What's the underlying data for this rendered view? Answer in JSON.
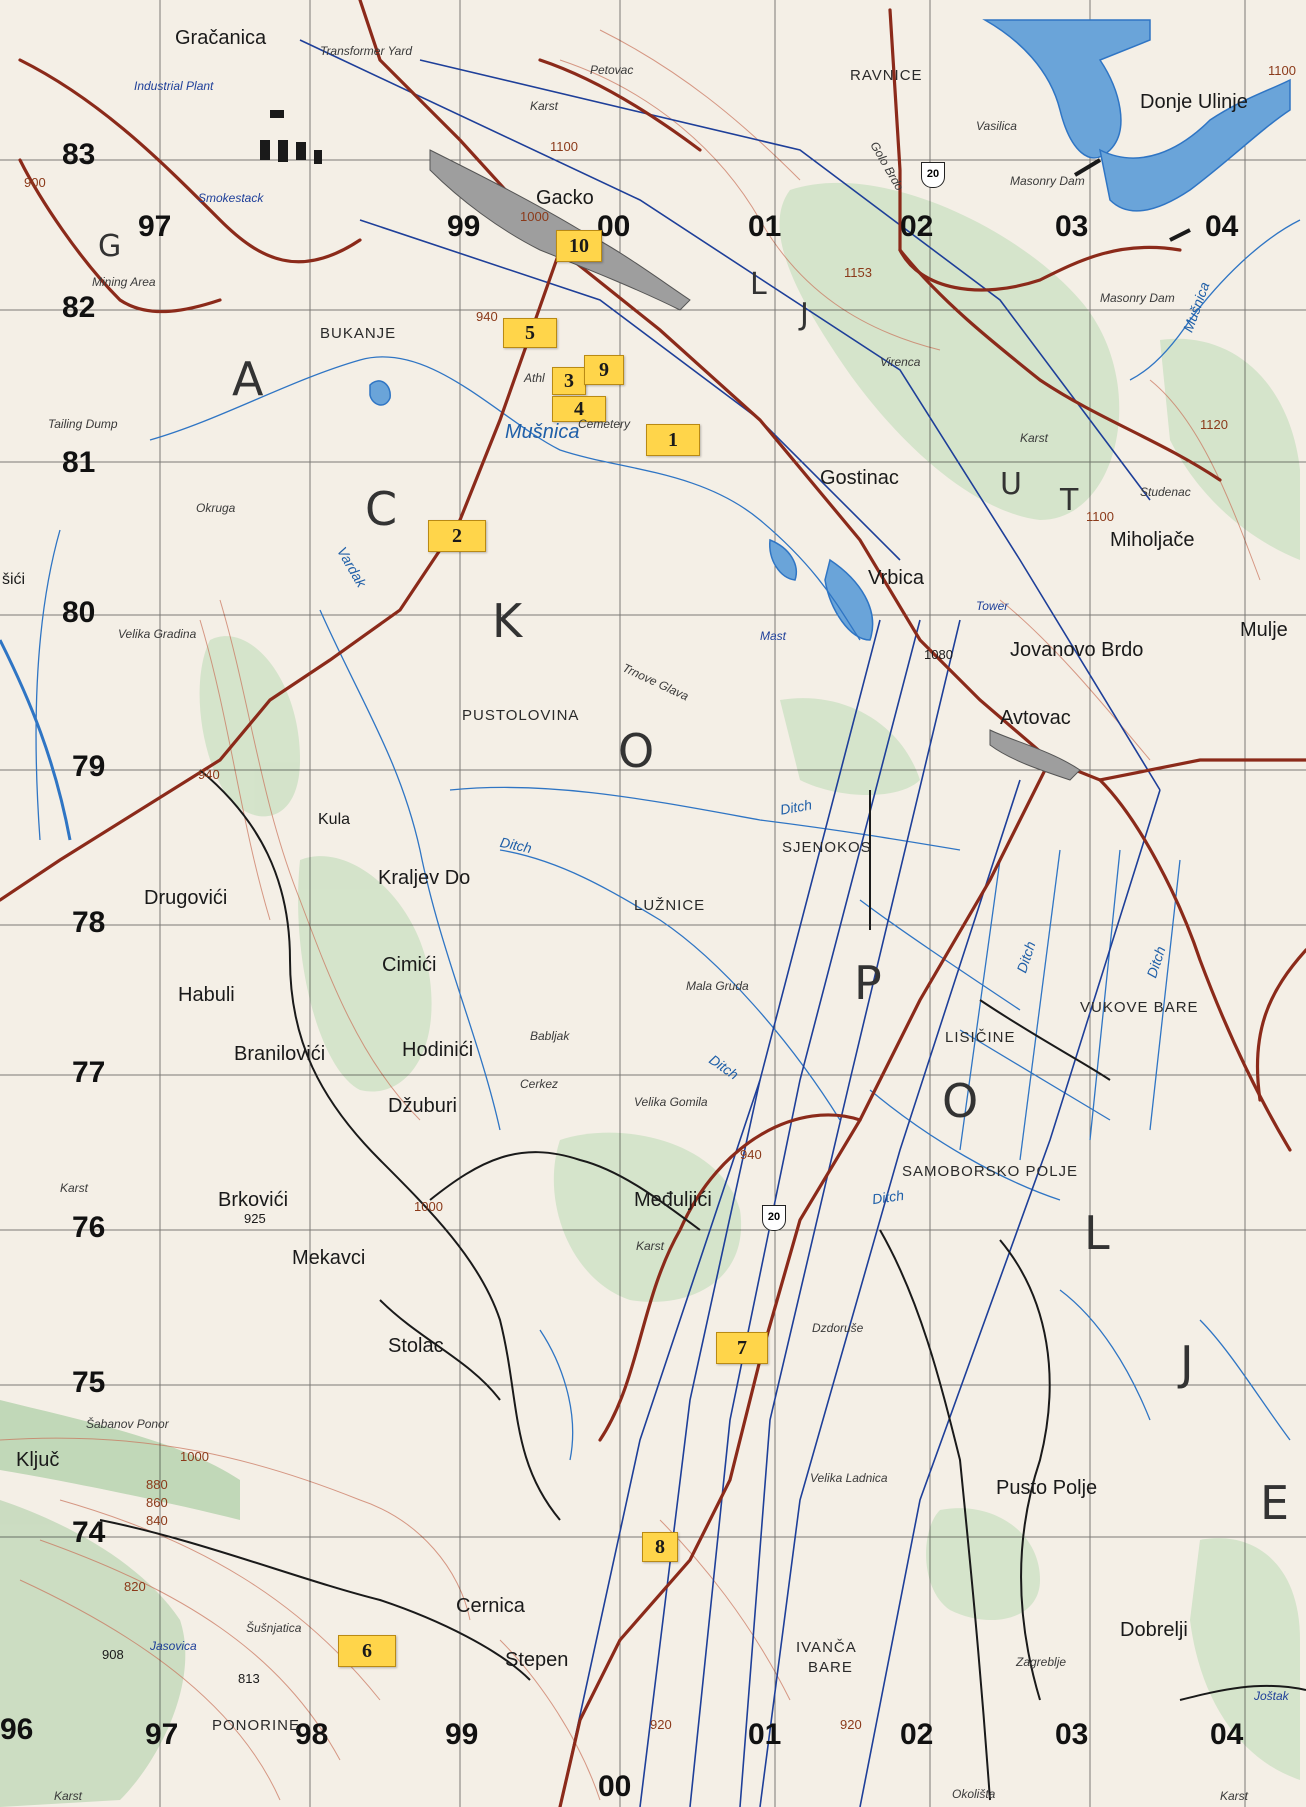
{
  "grid_labels": {
    "eastings_top": [
      "97",
      "99",
      "00",
      "01",
      "02",
      "03",
      "04"
    ],
    "eastings_bottom": [
      "96",
      "97",
      "98",
      "99",
      "00",
      "01",
      "02",
      "03",
      "04"
    ],
    "northings": [
      "83",
      "82",
      "81",
      "80",
      "79",
      "78",
      "77",
      "76",
      "75",
      "74"
    ]
  },
  "markers": [
    "10",
    "5",
    "3",
    "9",
    "4",
    "1",
    "2",
    "7",
    "8",
    "6"
  ],
  "places": {
    "gracanica": "Gračanica",
    "gacko": "Gacko",
    "donje_ulinje": "Donje Ulinje",
    "gostinac": "Gostinac",
    "miholjace": "Miholjače",
    "vrbica": "Vrbica",
    "jovanovo_brdo": "Jovanovo Brdo",
    "mulje": "Mulje",
    "avtovac": "Avtovac",
    "kula": "Kula",
    "kraljev_do": "Kraljev Do",
    "drugovici": "Drugovići",
    "cimici": "Cimići",
    "habuli": "Habuli",
    "branilovici": "Branilovići",
    "hodinici": "Hodinići",
    "dzuburi": "Džuburi",
    "meduljici": "Međuljići",
    "brkovici": "Brkovići",
    "mekavci": "Mekavci",
    "stolac": "Stolac",
    "pusto_polje": "Pusto Polje",
    "cernica": "Cernica",
    "stepen": "Stepen",
    "dobrelji": "Dobrelji",
    "klijuc": "Ključ",
    "sici": "šići"
  },
  "regions": {
    "ravnice": "RAVNICE",
    "bukanje": "BUKANJE",
    "pustolovina": "PUSTOLOVINA",
    "sjenokos": "SJENOKOS",
    "luznice": "LUŽNICE",
    "lisicine": "LISIČINE",
    "vukove_bare": "VUKOVE BARE",
    "samoborsko_polje": "SAMOBORSKO POLJE",
    "ivanca_bare_1": "IVANČA",
    "ivanca_bare_2": "BARE",
    "ponorine": "PONORINE"
  },
  "big_letters": [
    "G",
    "A",
    "C",
    "K",
    "O",
    "P",
    "O",
    "L",
    "J",
    "E",
    "L",
    "J",
    "U",
    "T"
  ],
  "water": {
    "musnica": "Mušnica",
    "musnica_river": "Mušnica",
    "ditch": "Ditch",
    "vardak": "Vardak"
  },
  "minor_labels": {
    "transformer_yard": "Transformer Yard",
    "industrial_plant": "Industrial Plant",
    "tailing_dump": "Tailing Dump",
    "karst": "Karst",
    "okruga": "Okruga",
    "velika_gradina": "Velika Gradina",
    "golo_brdo": "Golo Brdo",
    "masonry_dam": "Masonry Dam",
    "tower": "Tower",
    "mast": "Mast",
    "smokestack": "Smokestack",
    "mining_area": "Mining Area",
    "trnove_glava": "Trnove Glava",
    "mala_gruda": "Mala Gruda",
    "velika_gomila": "Velika Gomila",
    "dzdoruse": "Dzdoruše",
    "velika_ladnica": "Velika Ladnica",
    "sabanov_ponor": "Šabanov Ponor",
    "susnjatica": "Šušnjatica",
    "cemetery": "Cemetery",
    "athl": "Athl",
    "okolista": "Okolišta",
    "petovac": "Petovac",
    "virenca": "Virenca",
    "vasilica": "Vasilica",
    "studenac": "Studenac",
    "babljak": "Babljak",
    "cerkez": "Cerkez",
    "zagreblje": "Zagreblje",
    "jasovica": "Jasovica",
    "jostak": "Joštak"
  },
  "elevations": [
    "1153",
    "1120",
    "1100",
    "1080",
    "1000",
    "940",
    "925",
    "920",
    "908",
    "880",
    "860",
    "840",
    "820",
    "813",
    "900"
  ],
  "route": "20",
  "colors": {
    "paper": "#f4efe6",
    "road": "#8b2a1a",
    "powerline": "#1e3f99",
    "water": "#2f75c4",
    "lake": "#6aa4d9",
    "marker": "#ffd54a",
    "vegetation": "#cfe2c6",
    "contour": "#c9725a",
    "grid": "#1a1a1a"
  }
}
